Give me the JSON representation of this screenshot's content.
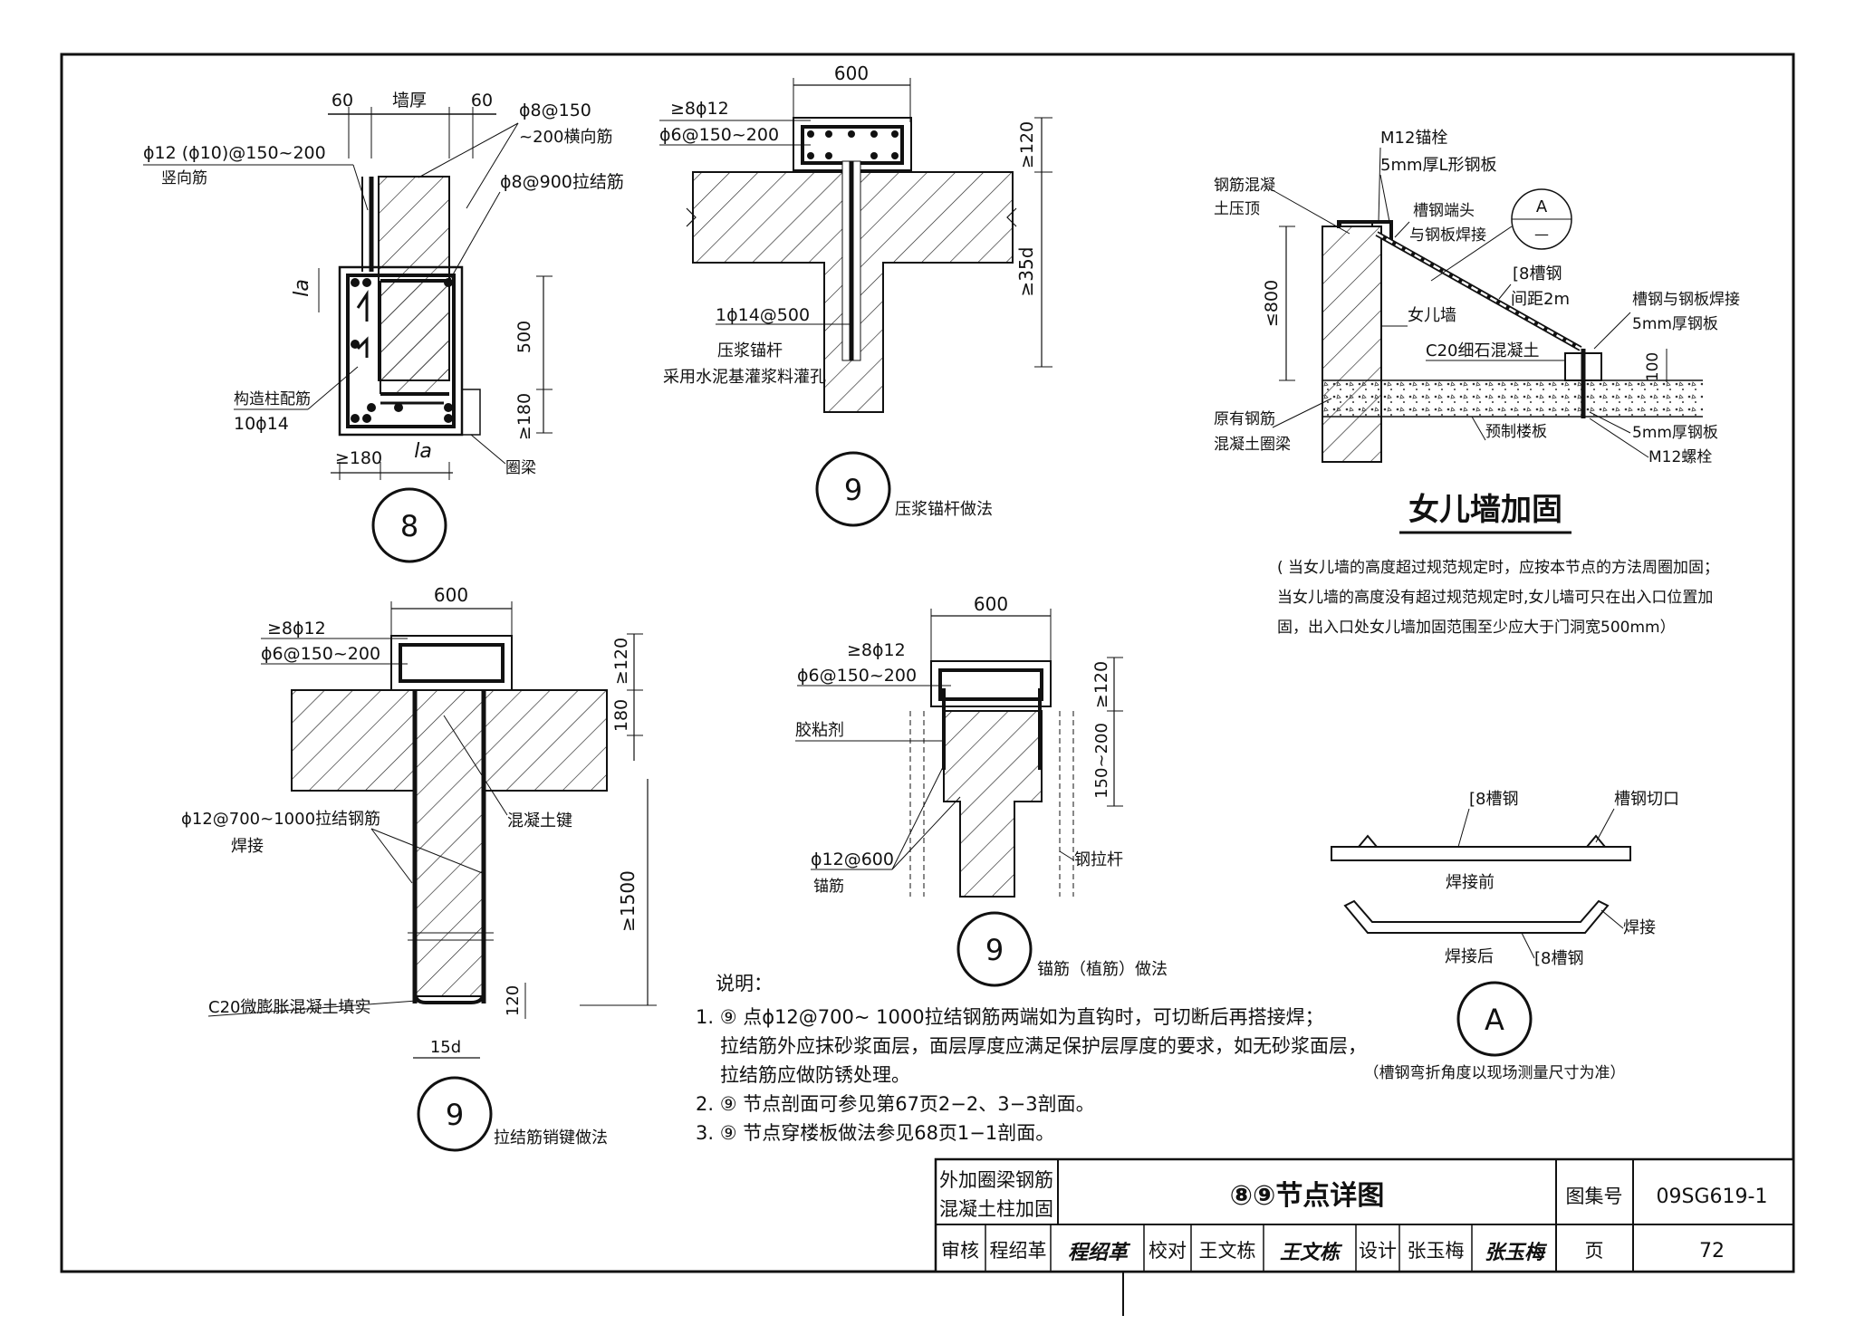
{
  "detail8": {
    "dim_left": "60",
    "dim_wall": "墙厚",
    "dim_right": "60",
    "vertical_bar": "ϕ12 (ϕ10)@150~200",
    "vertical_bar_note": "竖向筋",
    "horiz_bar": "ϕ8@150",
    "horiz_bar2": "~200横向筋",
    "tie_bar": "ϕ8@900拉结筋",
    "la": "la",
    "dim_500": "500",
    "dim_180v": "≥180",
    "column_bars": "构造柱配筋",
    "column_bars2": "10ϕ14",
    "dim_180h": "≥180",
    "la2": "la",
    "ring_beam": "圈梁",
    "number": "8"
  },
  "detail9a": {
    "dim600": "600",
    "bars_top": "≥8ϕ12",
    "stirrup": "ϕ6@150~200",
    "dim120": "≥120",
    "dim35d": "≥35d",
    "anchor": "1ϕ14@500",
    "anchor_note1": "压浆锚杆",
    "anchor_note2": "采用水泥基灌浆料灌孔",
    "number": "9",
    "caption": "压浆锚杆做法"
  },
  "parapet": {
    "bolt": "M12锚栓",
    "plate": "5mm厚L形钢板",
    "top_label1": "钢筋混凝",
    "top_label2": "土压顶",
    "weld1": "槽钢端头",
    "weld2": "与钢板焊接",
    "section": "A",
    "section_sub": "—",
    "channel": "[8槽钢",
    "spacing": "间距2m",
    "dim800": "≤800",
    "wall": "女儿墙",
    "weld3": "槽钢与钢板焊接",
    "plate2": "5mm厚钢板",
    "concrete": "C20细石混凝土",
    "dim100": "100",
    "beam1": "原有钢筋",
    "beam2": "混凝土圈梁",
    "slab": "预制楼板",
    "plate3": "5mm厚钢板",
    "bolt2": "M12螺栓",
    "title": "女儿墙加固",
    "note1": "( 当女儿墙的高度超过规范规定时，应按本节点的方法周圈加固；",
    "note2": "当女儿墙的高度没有超过规范规定时,女儿墙可只在出入口位置加",
    "note3": "固，出入口处女儿墙加固范围至少应大于门洞宽500mm）"
  },
  "detail9b": {
    "dim600": "600",
    "bars_top": "≥8ϕ12",
    "stirrup": "ϕ6@150~200",
    "dim120": "≥120",
    "dim180": "180",
    "tie": "ϕ12@700~1000拉结钢筋",
    "weld": "焊接",
    "key": "混凝土键",
    "dim1500": "≥1500",
    "dim120b": "120",
    "fill": "C20微膨胀混凝土填实",
    "dim15d": "15d",
    "number": "9",
    "caption": "拉结筋销键做法"
  },
  "detail9c": {
    "dim600": "600",
    "bars_top": "≥8ϕ12",
    "stirrup": "ϕ6@150~200",
    "dim120": "≥120",
    "dim150": "150~200",
    "glue": "胶粘剂",
    "anchor": "ϕ12@600",
    "anchor_note": "锚筋",
    "steel_rod": "钢拉杆",
    "number": "9",
    "caption": "锚筋（植筋）做法"
  },
  "detailA": {
    "channel": "[8槽钢",
    "cut": "槽钢切口",
    "before": "焊接前",
    "weld": "焊接",
    "after": "焊接后",
    "channel2": "[8槽钢",
    "letter": "A",
    "note": "（槽钢弯折角度以现场测量尺寸为准）"
  },
  "notes": {
    "heading": "说明：",
    "n1a": "1. ⑨ 点ϕ12@700~ 1000拉结钢筋两端如为直钩时，可切断后再搭接焊；",
    "n1b": "拉结筋外应抹砂浆面层，面层厚度应满足保护层厚度的要求，如无砂浆面层，",
    "n1c": "拉结筋应做防锈处理。",
    "n2": "2. ⑨ 节点剖面可参见第67页2−2、3−3剖面。",
    "n3": "3. ⑨ 节点穿楼板做法参见68页1−1剖面。"
  },
  "titleblock": {
    "category1": "外加圈梁钢筋",
    "category2": "混凝土柱加固",
    "title": "⑧⑨节点详图",
    "atlas_label": "图集号",
    "atlas_no": "09SG619-1",
    "review_label": "审核",
    "review_name": "程绍革",
    "review_sign": "程绍革",
    "check_label": "校对",
    "check_name": "王文栋",
    "check_sign": "王文栋",
    "design_label": "设计",
    "design_name": "张玉梅",
    "design_sign": "张玉梅",
    "page_label": "页",
    "page_no": "72"
  }
}
